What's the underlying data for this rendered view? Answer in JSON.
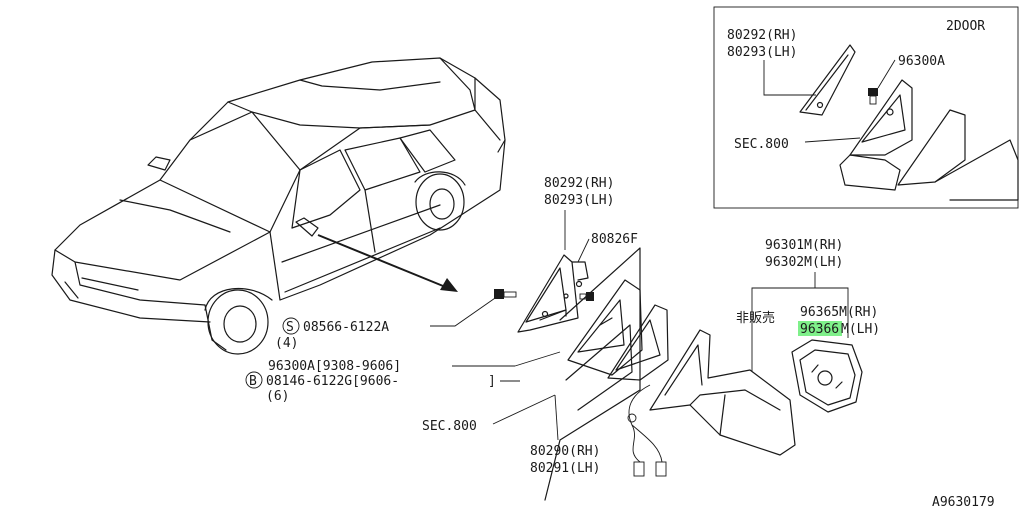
{
  "inset": {
    "door_label": "2DOOR",
    "part_rh": "80292(RH)",
    "part_lh": "80293(LH)",
    "bolt": "96300A",
    "section": "SEC.800"
  },
  "labels": {
    "cover_rh": "80292(RH)",
    "cover_lh": "80293(LH)",
    "seal": "80826F",
    "screw": "08566-6122A",
    "screw_qty": "(4)",
    "screw_prefix": "S",
    "bolt_a": "96300A[9308-9606]",
    "bolt_b": "08146-6122G[9606-",
    "bolt_b_close": "]",
    "bolt_b_prefix": "B",
    "bolt_b_qty": "(6)",
    "section": "SEC.800",
    "holder_rh": "80290(RH)",
    "holder_lh": "80291(LH)",
    "mirror_rh": "96301M(RH)",
    "mirror_lh": "96302M(LH)",
    "not_for_sale": "非販売",
    "glass_rh": "96365M(RH)",
    "glass_lh_num": "96366",
    "glass_lh_suffix": "M(LH)",
    "diagram_id": "A9630179"
  },
  "colors": {
    "highlight": "#7ff08a",
    "line": "#1a1a1a"
  }
}
